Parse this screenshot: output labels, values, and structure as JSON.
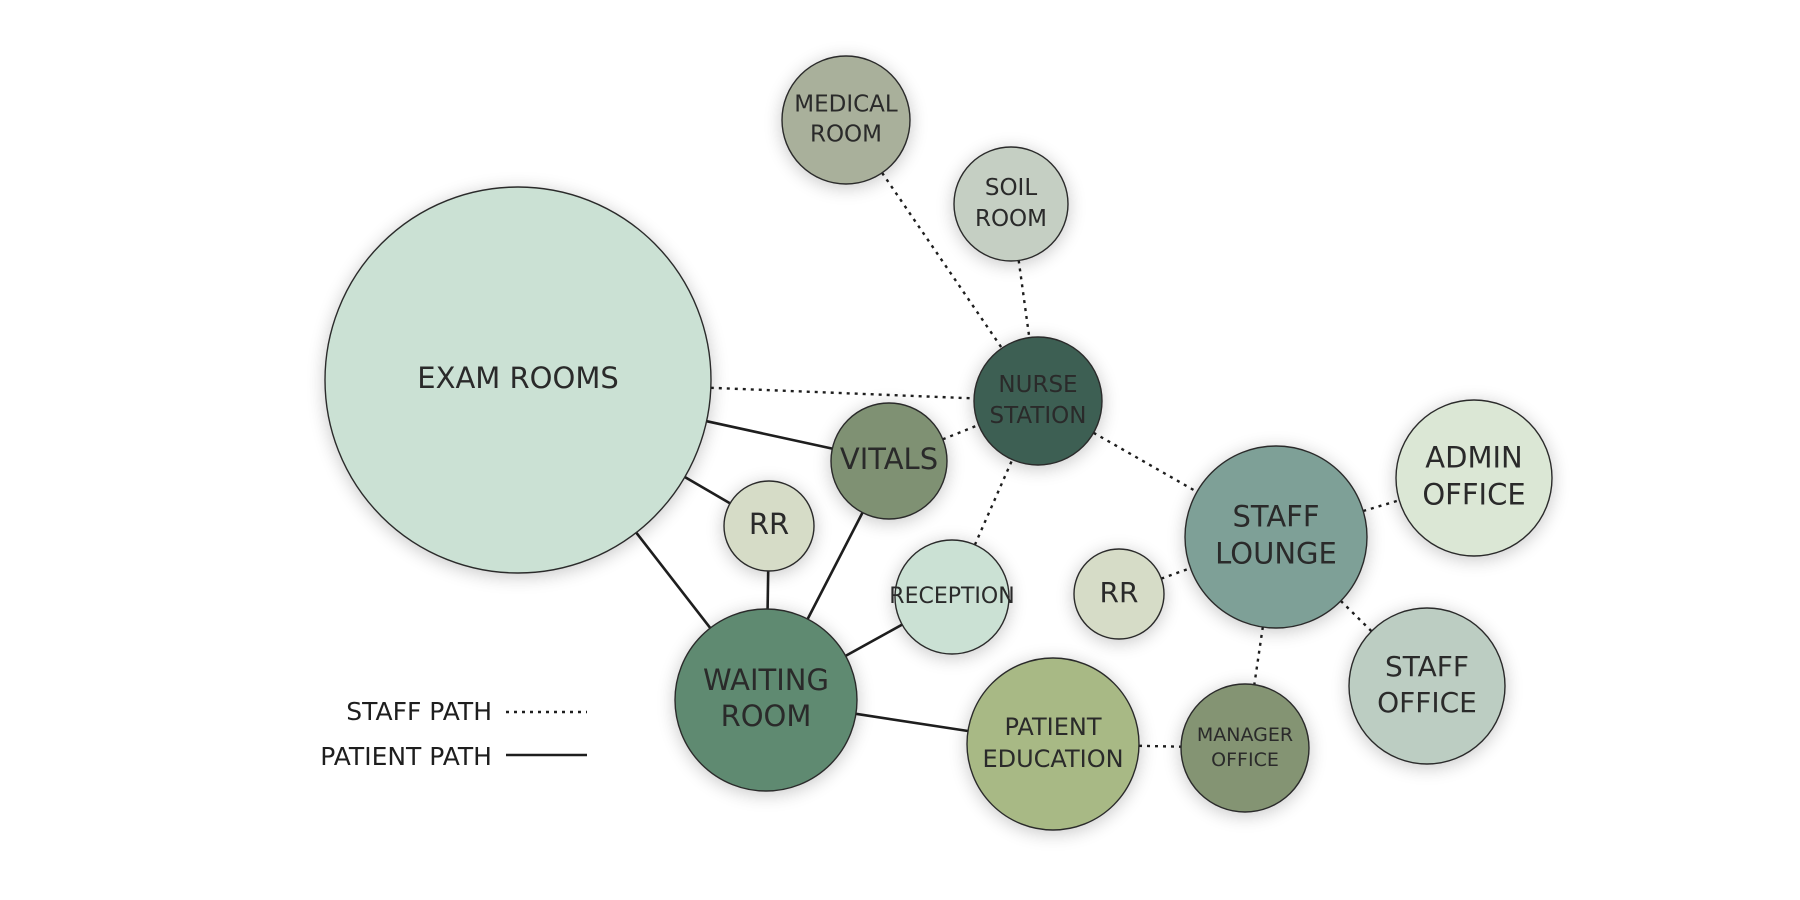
{
  "nodes": [
    {
      "id": "exam-rooms",
      "lines": [
        "EXAM ROOMS"
      ],
      "color": "#cbe1d4"
    },
    {
      "id": "medical-room",
      "lines": [
        "MEDICAL",
        "ROOM"
      ],
      "color": "#a9b09b"
    },
    {
      "id": "soil-room",
      "lines": [
        "SOIL",
        "ROOM"
      ],
      "color": "#c5cfc3"
    },
    {
      "id": "nurse-station",
      "lines": [
        "NURSE",
        "STATION"
      ],
      "color": "#3d5f53"
    },
    {
      "id": "vitals",
      "lines": [
        "VITALS"
      ],
      "color": "#7f9173"
    },
    {
      "id": "rr-left",
      "lines": [
        "RR"
      ],
      "color": "#d6dcc7"
    },
    {
      "id": "reception",
      "lines": [
        "RECEPTION"
      ],
      "color": "#cbe1d4"
    },
    {
      "id": "waiting-room",
      "lines": [
        "WAITING",
        "ROOM"
      ],
      "color": "#5e8a71"
    },
    {
      "id": "patient-education",
      "lines": [
        "PATIENT",
        "EDUCATION"
      ],
      "color": "#a8b985"
    },
    {
      "id": "manager-office",
      "lines": [
        "MANAGER",
        "OFFICE"
      ],
      "color": "#849473"
    },
    {
      "id": "rr-right",
      "lines": [
        "RR"
      ],
      "color": "#d6dcc7"
    },
    {
      "id": "staff-lounge",
      "lines": [
        "STAFF",
        "LOUNGE"
      ],
      "color": "#7ea097"
    },
    {
      "id": "admin-office",
      "lines": [
        "ADMIN",
        "OFFICE"
      ],
      "color": "#dbe7d5"
    },
    {
      "id": "staff-office",
      "lines": [
        "STAFF",
        "OFFICE"
      ],
      "color": "#bccdc2"
    }
  ],
  "links": [
    {
      "from": "medical-room",
      "to": "nurse-station",
      "type": "staff"
    },
    {
      "from": "soil-room",
      "to": "nurse-station",
      "type": "staff"
    },
    {
      "from": "exam-rooms",
      "to": "nurse-station",
      "type": "staff"
    },
    {
      "from": "vitals",
      "to": "nurse-station",
      "type": "staff"
    },
    {
      "from": "reception",
      "to": "nurse-station",
      "type": "staff"
    },
    {
      "from": "nurse-station",
      "to": "staff-lounge",
      "type": "staff"
    },
    {
      "from": "rr-right",
      "to": "staff-lounge",
      "type": "staff"
    },
    {
      "from": "staff-lounge",
      "to": "admin-office",
      "type": "staff"
    },
    {
      "from": "staff-lounge",
      "to": "staff-office",
      "type": "staff"
    },
    {
      "from": "staff-lounge",
      "to": "manager-office",
      "type": "staff"
    },
    {
      "from": "patient-education",
      "to": "manager-office",
      "type": "staff"
    },
    {
      "from": "exam-rooms",
      "to": "vitals",
      "type": "patient"
    },
    {
      "from": "exam-rooms",
      "to": "rr-left",
      "type": "patient"
    },
    {
      "from": "exam-rooms",
      "to": "waiting-room",
      "type": "patient"
    },
    {
      "from": "rr-left",
      "to": "waiting-room",
      "type": "patient"
    },
    {
      "from": "vitals",
      "to": "waiting-room",
      "type": "patient"
    },
    {
      "from": "reception",
      "to": "waiting-room",
      "type": "patient"
    },
    {
      "from": "waiting-room",
      "to": "patient-education",
      "type": "patient"
    }
  ],
  "legend": {
    "staff_label": "STAFF PATH",
    "patient_label": "PATIENT PATH"
  }
}
